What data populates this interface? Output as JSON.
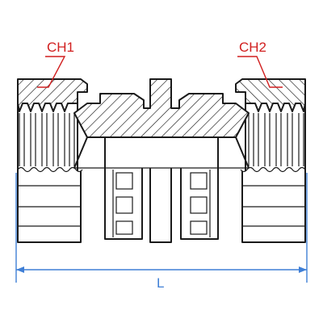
{
  "labels": {
    "chamfer_left": "CH1",
    "chamfer_right": "CH2",
    "length": "L"
  },
  "colors": {
    "outline": "#1a1a1a",
    "annotation_red": "#d11f1f",
    "dimension_blue": "#3f7fd6",
    "background": "#ffffff"
  }
}
